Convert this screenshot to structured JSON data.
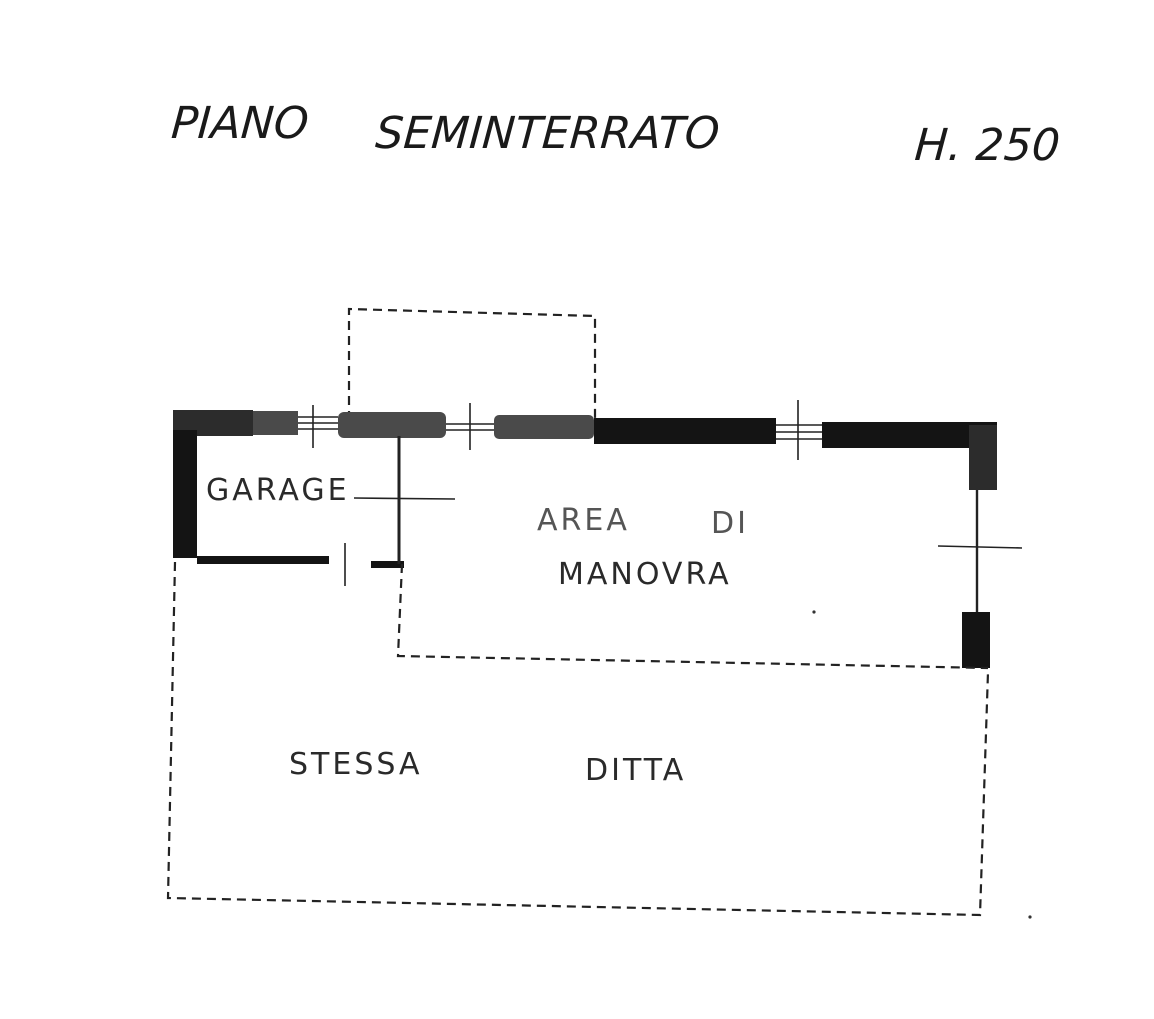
{
  "title": {
    "floor": "PIANO",
    "level": "SEMINTERRATO",
    "height": "H. 250"
  },
  "rooms": {
    "garage": "GARAGE",
    "area_line1_a": "AREA",
    "area_line1_b": "DI",
    "area_line2": "MANOVRA",
    "stessa": "STESSA",
    "ditta": "DITTA"
  },
  "colors": {
    "wall": "#2c2c2c",
    "ink": "#222222",
    "background": "#ffffff"
  }
}
